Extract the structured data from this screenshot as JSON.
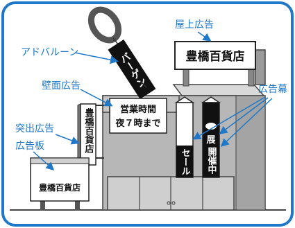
{
  "callouts": {
    "balloon": "アドバルーン",
    "rooftop": "屋上広告",
    "wall": "壁面広告",
    "projecting": "突出広告",
    "signboard": "広告板",
    "banners": "広告幕"
  },
  "signs": {
    "rooftop_text": "豊橋百貨店",
    "balloon_banner": "バーゲン",
    "wall_line1": "営業時間",
    "wall_line2": "夜７時まで",
    "projecting_text": "豊橋百貨店",
    "board_text": "豊橋百貨店",
    "banner_left": "セール",
    "banner_right_top": "展",
    "banner_right_bottom": "開催中"
  },
  "colors": {
    "frame": "#1f78c8",
    "callout_text": "#1f78c8",
    "building": "#b7b7b7",
    "building_dark": "#8e8e8e",
    "banner_black": "#111111"
  }
}
